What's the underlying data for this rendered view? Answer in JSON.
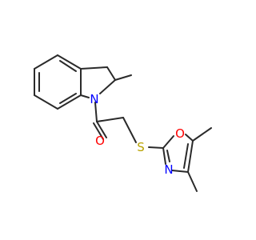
{
  "atoms": {
    "N1": {
      "symbol": "N",
      "color": "#0000ff"
    },
    "O_carbonyl": {
      "symbol": "O",
      "color": "#ff0000"
    },
    "S": {
      "symbol": "S",
      "color": "#b8a200"
    },
    "O_ring": {
      "symbol": "O",
      "color": "#ff0000"
    },
    "N_ring": {
      "symbol": "N",
      "color": "#0000ff"
    }
  },
  "colors": {
    "bond": "#2a2a2a",
    "background": "#ffffff"
  }
}
